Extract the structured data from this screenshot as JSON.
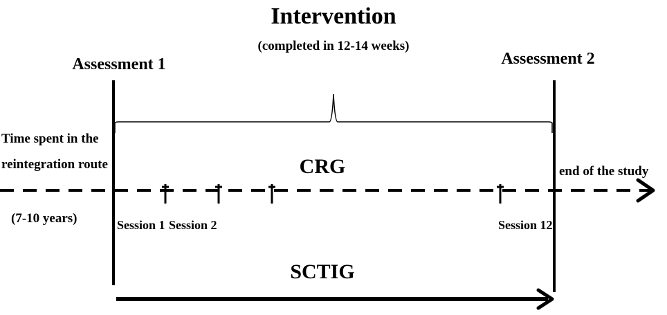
{
  "title": "Intervention",
  "subtitle": "(completed in 12-14 weeks)",
  "assessments": [
    "Assessment 1",
    "Assessment 2"
  ],
  "pre_label_lines": [
    "Time spent in the",
    "reintegration route"
  ],
  "pre_duration": "(7-10 years)",
  "group_top": "CRG",
  "group_bottom": "SCTIG",
  "end_label": "end of the study",
  "sessions": [
    "Session 1",
    "Session 2",
    "Session 12"
  ],
  "colors": {
    "ink": "#000000",
    "background": "#ffffff"
  }
}
